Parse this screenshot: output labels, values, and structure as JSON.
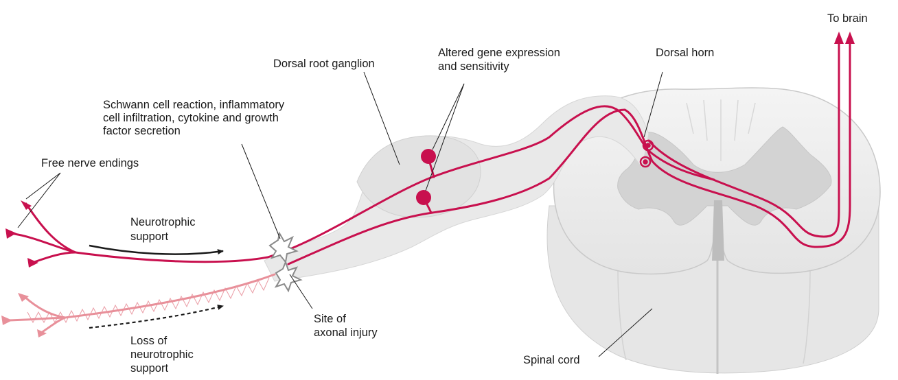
{
  "colors": {
    "nerve": "#c8104e",
    "nerve_faded": "#e8909a",
    "tissue": "#ececec",
    "tissue_dark": "#d6d6d6",
    "gray_matter": "#d2d2d2",
    "label_text": "#1a1a1a"
  },
  "labels": {
    "to_brain": "To brain",
    "dorsal_root_ganglion": "Dorsal root ganglion",
    "altered_gene": [
      "Altered gene expression",
      "and sensitivity"
    ],
    "dorsal_horn": "Dorsal horn",
    "schwann": [
      "Schwann cell reaction, inflammatory",
      "cell infiltration, cytokine and growth",
      "factor secretion"
    ],
    "free_nerve_endings": "Free nerve endings",
    "neurotrophic_support": [
      "Neurotrophic",
      "support"
    ],
    "loss_neurotrophic": [
      "Loss of",
      "neurotrophic",
      "support"
    ],
    "site_of_injury": [
      "Site of",
      "axonal injury"
    ],
    "spinal_cord": "Spinal cord"
  },
  "icons": {
    "injury_star": "injury-burst-icon",
    "synapse": "synapse-icon",
    "neuron_cell_body": "neuron-cell-body-icon",
    "arrow": "arrow-icon"
  }
}
